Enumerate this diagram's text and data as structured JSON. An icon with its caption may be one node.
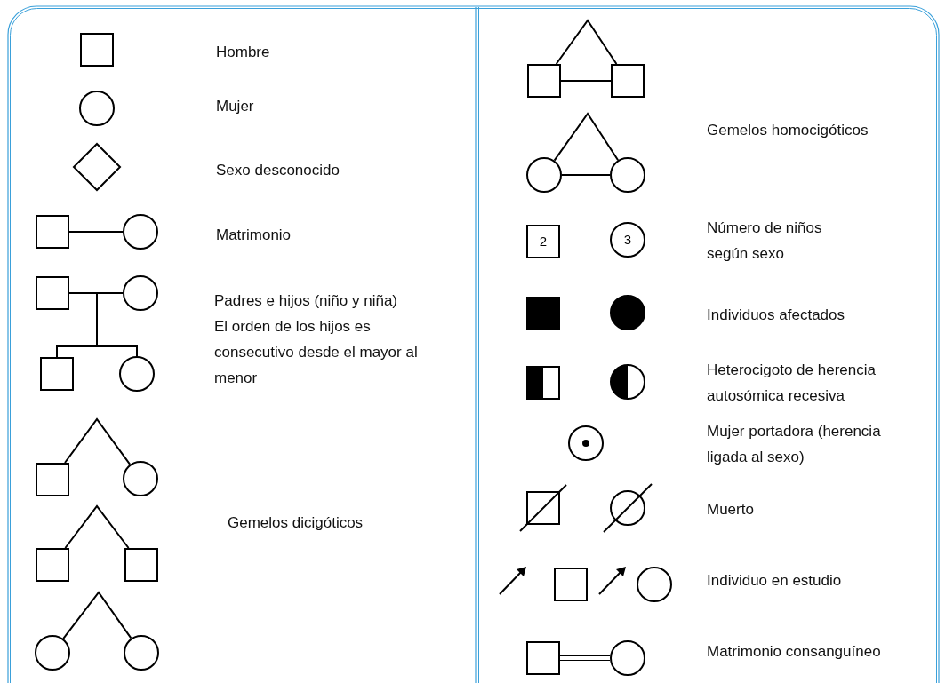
{
  "diagram": {
    "nodes": [
      {
        "text": [],
        "shape": "box"
      },
      {
        "text": [],
        "shape": "circle"
      },
      {
        "text": [],
        "shape": "diamond"
      },
      {
        "text": [],
        "shape": "box"
      },
      {
        "text": [],
        "shape": "circle"
      },
      {
        "text": [],
        "shape": "box"
      },
      {
        "text": [],
        "shape": "circle"
      },
      {
        "text": [],
        "shape": "box"
      },
      {
        "text": [],
        "shape": "circle"
      },
      {
        "text": [],
        "shape": "box"
      },
      {
        "text": [],
        "shape": "circle"
      },
      {
        "text": [],
        "shape": "box"
      },
      {
        "text": [],
        "shape": "box"
      },
      {
        "text": [],
        "shape": "circle"
      },
      {
        "text": [],
        "shape": "circle"
      },
      {
        "text": [],
        "shape": "box"
      },
      {
        "text": [],
        "shape": "box"
      },
      {
        "text": [],
        "shape": "circle"
      },
      {
        "text": [],
        "shape": "circle"
      },
      {
        "text": [
          "2"
        ]
      },
      {
        "text": [
          "3"
        ]
      },
      {
        "text": [],
        "shape": "box"
      },
      {
        "text": [],
        "shape": "circle"
      },
      {
        "text": [],
        "shape": "box"
      },
      {
        "text": [],
        "shape": "circle"
      },
      {
        "text": [],
        "shape": "circle"
      },
      {
        "text": [],
        "shape": "box"
      },
      {
        "text": [],
        "shape": "circle"
      },
      {
        "text": [],
        "shape": "box"
      },
      {
        "text": [],
        "shape": "circle"
      },
      {
        "text": [],
        "shape": "box"
      },
      {
        "text": [],
        "shape": "circle"
      }
    ],
    "edges": [
      {
        "from": 3,
        "to": 4,
        "arrow": "none"
      },
      {
        "from": 5,
        "to": 6,
        "arrow": "none"
      },
      {
        "from": null,
        "to": 7,
        "arrow": "none"
      },
      {
        "from": null,
        "to": 8,
        "arrow": "none"
      },
      {
        "from": 9,
        "to": 10,
        "arrow": "none"
      },
      {
        "from": 11,
        "to": 12,
        "arrow": "none"
      },
      {
        "from": 13,
        "to": 14,
        "arrow": "none"
      },
      {
        "from": 15,
        "to": 16,
        "arrow": "none"
      },
      {
        "from": 15,
        "to": 16,
        "arrow": "none"
      },
      {
        "from": 17,
        "to": 18,
        "arrow": "none"
      },
      {
        "from": 17,
        "to": 18,
        "arrow": "none"
      },
      {
        "from": 30,
        "to": 31,
        "arrow": "none"
      },
      {
        "from": 30,
        "to": 31,
        "arrow": "none"
      }
    ],
    "labels": [
      "Hombre",
      "Mujer",
      "Sexo desconocido",
      "Matrimonio",
      "Padres e hijos (niño y niña)",
      "El orden de los hijos es consecutivo desde el mayor al menor",
      "Gemelos dicigóticos",
      "Gemelos homocigóticos",
      "Número de niños según sexo",
      "Individuos afectados",
      "Heterocigoto de herencia autosómica recesiva",
      "Mujer portadora (herencia ligada al sexo)",
      "Muerto",
      "Individuo en estudio",
      "Matrimonio consanguíneo"
    ]
  }
}
